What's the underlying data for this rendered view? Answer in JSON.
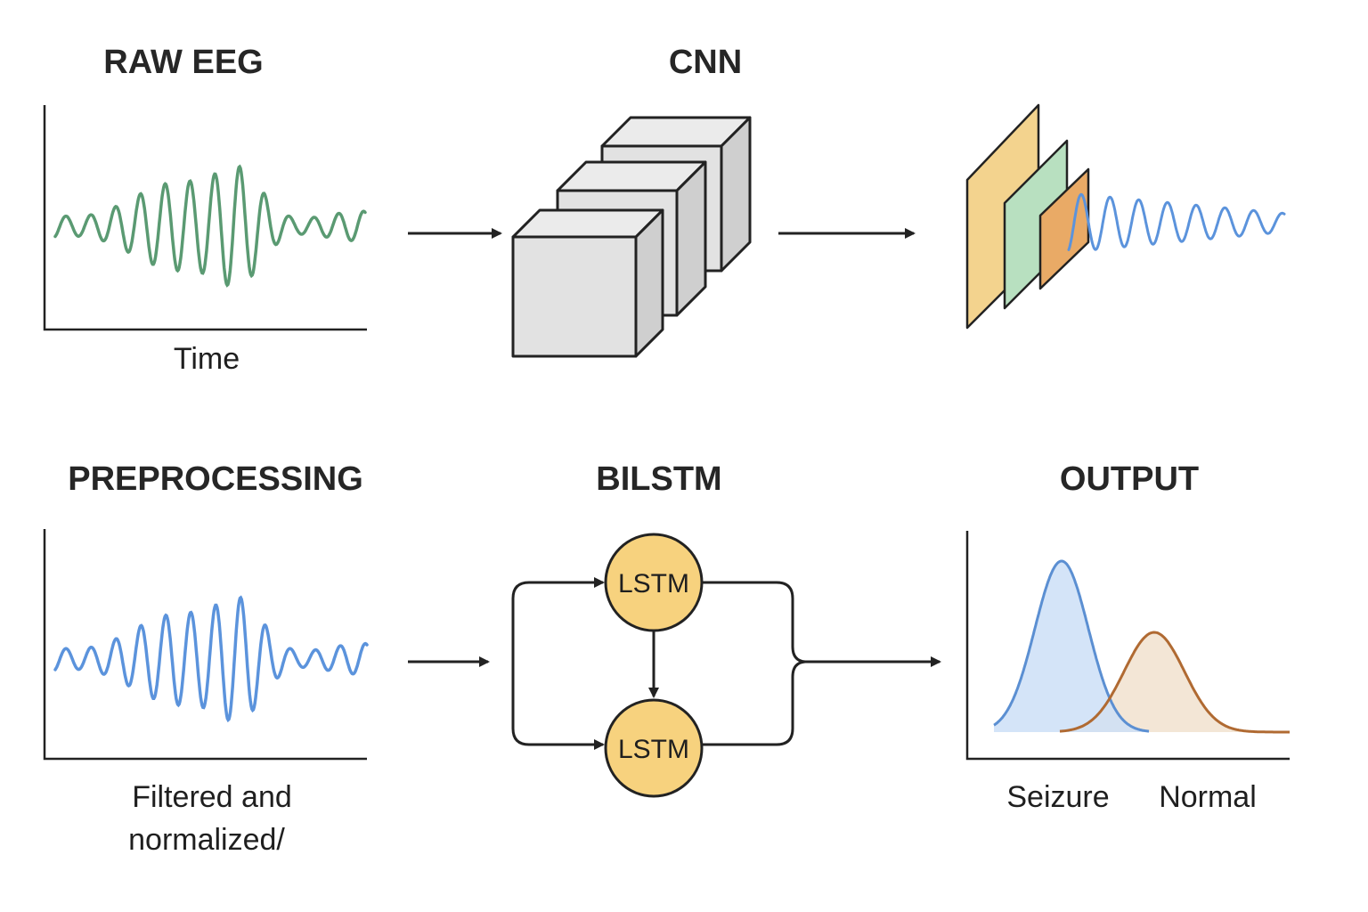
{
  "panels": {
    "raw_eeg": {
      "title": "RAW EEG",
      "axis_label": "Time"
    },
    "cnn": {
      "title": "CNN"
    },
    "preprocessing": {
      "title": "PREPROCESSING",
      "caption_line1": "Filtered and",
      "caption_line2": "normalized/"
    },
    "bilstm": {
      "title": "BILSTM",
      "top_cell": "LSTM",
      "bottom_cell": "LSTM"
    },
    "output": {
      "title": "OUTPUT",
      "class_left": "Seizure",
      "class_right": "Normal"
    }
  },
  "colors": {
    "raw_wave": "#5a9a72",
    "filtered_wave": "#5b93dc",
    "cube_face": "#e2e2e2",
    "cube_side": "#cfcfcf",
    "cube_top": "#ebebeb",
    "map_yellow": "#f3d38e",
    "map_green": "#b8e0c0",
    "map_orange": "#e9aa66",
    "lstm_fill": "#f7d27e",
    "seizure_line": "#5b8fd2",
    "seizure_fill": "#cddff7",
    "normal_line": "#b06a32",
    "normal_fill": "#f1e2cf",
    "stroke": "#222222"
  },
  "icons": [
    "arrow-right-icon",
    "arrow-down-icon",
    "cube-icon",
    "feature-map-icon",
    "lstm-cell-icon"
  ]
}
